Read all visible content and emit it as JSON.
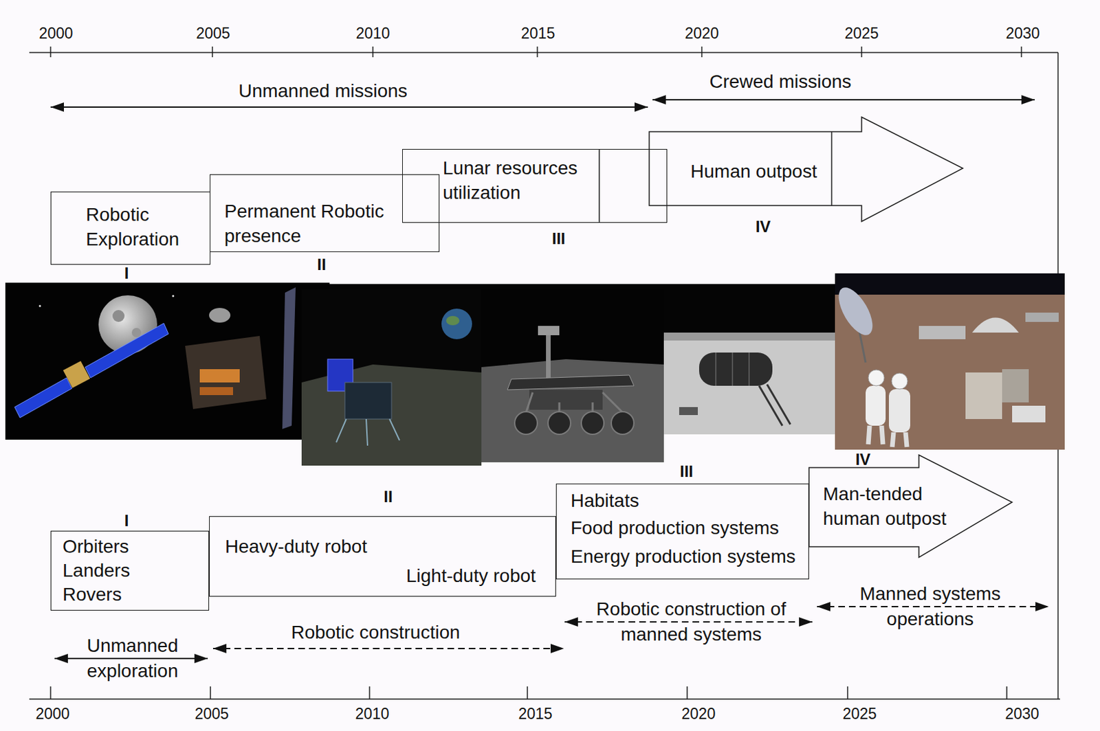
{
  "diagram": {
    "nodes": [
      {
        "text": [
          "Robotic Exploration"
        ]
      },
      {
        "text": [
          "Permanent Robotic presence"
        ]
      },
      {
        "text": [
          "Lunar resources utilization"
        ]
      },
      {
        "text": [
          "Human outpost"
        ]
      },
      {
        "text": [
          "Orbiters",
          "Landers",
          "Rovers"
        ]
      },
      {
        "text": [
          "Heavy-duty robot",
          "Light-duty robot"
        ]
      },
      {
        "text": [
          "Habitats",
          "Food production systems",
          "Energy production systems"
        ]
      },
      {
        "text": [
          "Man-tended human outpost"
        ]
      }
    ],
    "labels": [
      "2000",
      "2005",
      "2010",
      "2015",
      "2020",
      "2025",
      "2030",
      "Unmanned missions",
      "Crewed missions",
      "I",
      "II",
      "III",
      "IV",
      "I",
      "II",
      "III",
      "IV",
      "Unmanned exploration",
      "Robotic construction",
      "Robotic construction of manned systems",
      "Manned systems operations",
      "2000",
      "2005",
      "2010",
      "2015",
      "2020",
      "2025",
      "2030"
    ]
  }
}
